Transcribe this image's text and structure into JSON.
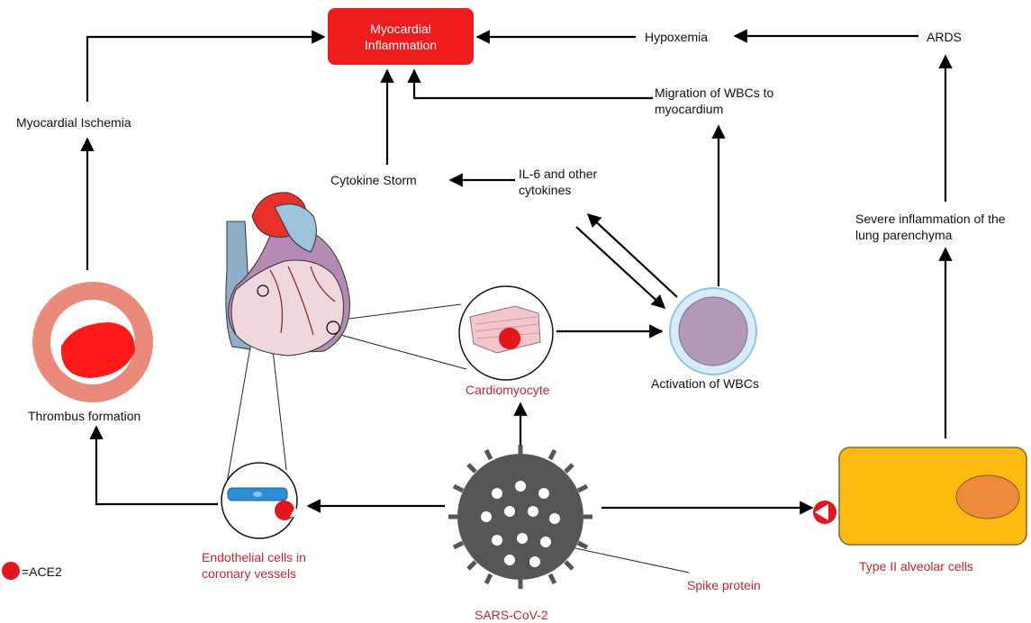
{
  "nodes": {
    "myocardial_inflammation": "Myocardial\nInflammation",
    "hypoxemia": "Hypoxemia",
    "ards": "ARDS",
    "migration_wbc": "Migration of WBCs to\nmyocardium",
    "myocardial_ischemia": "Myocardial Ischemia",
    "cytokine_storm": "Cytokine Storm",
    "il6": "IL-6 and other\ncytokines",
    "severe_inflammation": "Severe inflammation of the\nlung parenchyma",
    "activation_wbc": "Activation of WBCs",
    "cardiomyocyte": "Cardiomyocyte",
    "thrombus": "Thrombus formation",
    "endothelial": "Endothelial cells in\ncoronary vessels",
    "type2": "Type II alveolar cells",
    "spike": "Spike protein",
    "sars": "SARS-CoV-2",
    "legend": "=ACE2"
  },
  "colors": {
    "red_box": "#ee1c1c",
    "red_text": "#c0272d",
    "arrow": "#000000",
    "alveolar_fill": "#fdbb12",
    "alveolar_nucleus": "#ef8a3a",
    "virus": "#5a5a5a",
    "ace2": "#e2161d",
    "endothelial_cell": "#2b8fd6"
  },
  "icons": [
    "heart-icon",
    "virus-icon",
    "wbc-icon",
    "thrombus-icon",
    "cardiomyocyte-icon",
    "endothelial-icon",
    "alveolar-cell-icon",
    "ace2-icon"
  ]
}
